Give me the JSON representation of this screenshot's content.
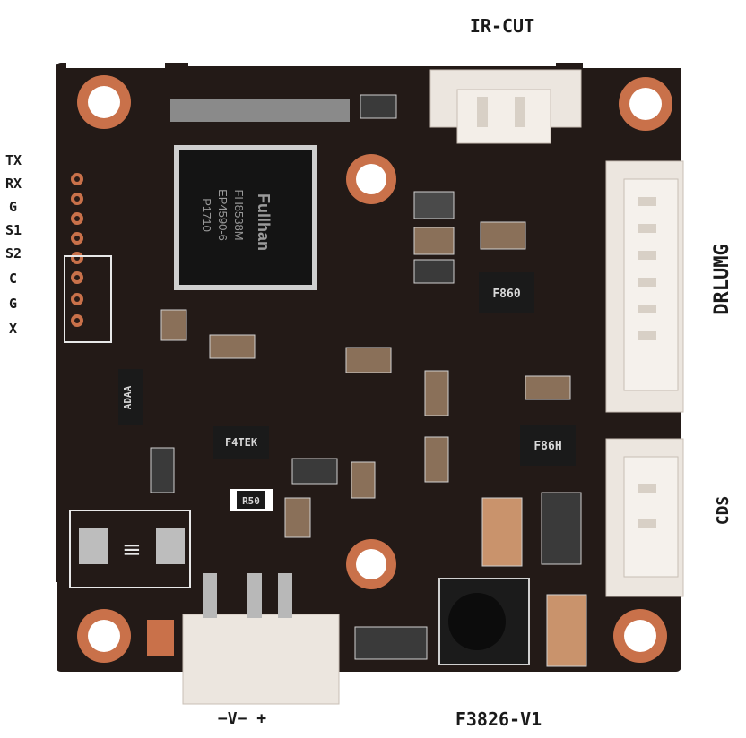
{
  "board": {
    "top_label": "IR-CUT",
    "bottom_label": "F3826-V1",
    "right_label_1": "DRLUMG",
    "right_label_2": "CDS",
    "power_label": "−V− +",
    "pin_labels": [
      "TX",
      "RX",
      "G",
      "S1",
      "S2",
      "C",
      "G",
      "X"
    ],
    "main_chip": {
      "brand": "Fullhan",
      "line1": "FH8538M",
      "line2": "EP4590-6",
      "line3": "P1710"
    },
    "small_parts": {
      "mosfet_1": "F860",
      "mosfet_2": "F86H",
      "mosfet_3": "F4TEK",
      "regulator": "ADAA",
      "resistor": "R50"
    },
    "colors": {
      "pcb": "#231a17",
      "copper_pad": "#c9714a",
      "connector": "#ece6df",
      "silkscreen_band": "#ffffff"
    }
  }
}
